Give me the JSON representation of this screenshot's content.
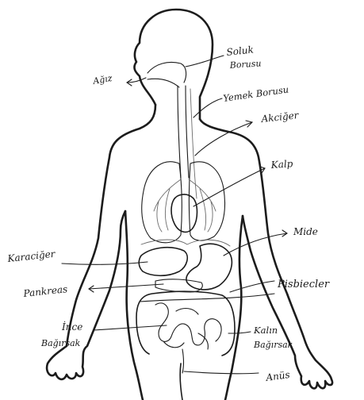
{
  "labels": {
    "soluk_borusu": [
      "Soluk",
      "Borusu"
    ],
    "agiz": "Ağız",
    "yemek_borusu": "Yemek Borusu",
    "akciger": "Akciğer",
    "kalp": "Kalp",
    "mide": "Mide",
    "karaciger": "Karaciğer",
    "pankreas": "Pankreas",
    "pisbiecler": "Pisbiecler",
    "ince_bagirsak": [
      "İnce",
      "Bağırsak"
    ],
    "kalin_bagirsak": [
      "Kalın",
      "Bağırsak"
    ],
    "anus": "Anüs"
  }
}
